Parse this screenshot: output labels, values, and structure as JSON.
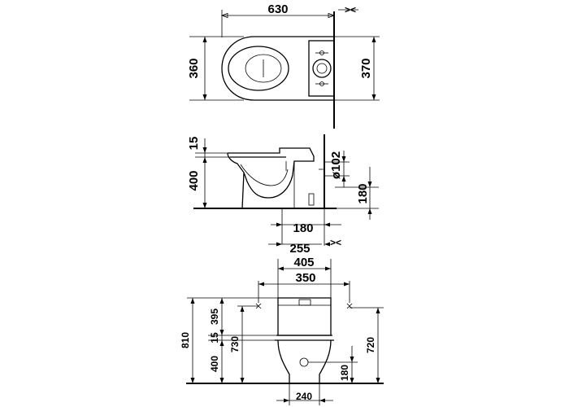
{
  "top_view": {
    "width": "630",
    "depth_left": "360",
    "depth_right": "370",
    "wall_marker": "><"
  },
  "side_view": {
    "rim_offset": "15",
    "height": "400",
    "outlet_diameter": "ø102",
    "outlet_height": "180",
    "outlet_offset": "180",
    "wall_distance": "255",
    "wall_marker": "><"
  },
  "front_view": {
    "cistern_width": "405",
    "fixing_centers": "350",
    "total_height": "810",
    "cistern_height": "395",
    "seat_gap": "15",
    "bowl_height": "400",
    "fixing_height_left": "730",
    "fixing_height_right": "720",
    "outlet_height": "180",
    "base_width": "240"
  }
}
